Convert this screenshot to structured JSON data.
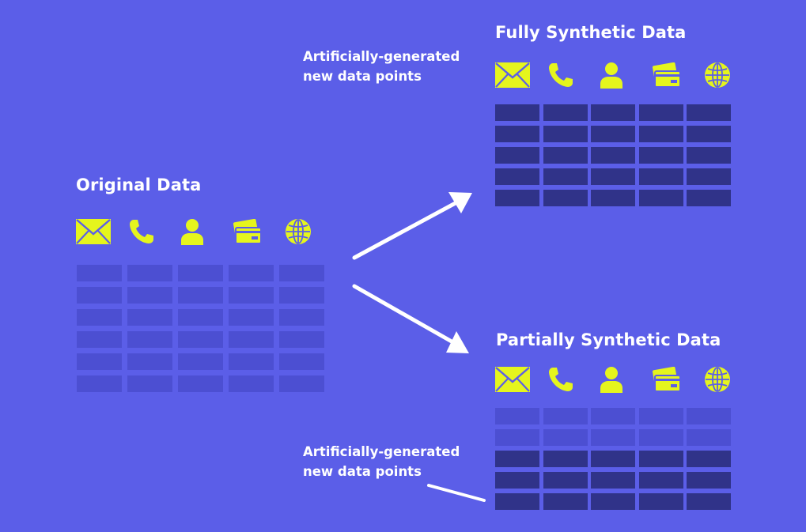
{
  "colors": {
    "background": "#5b5ee8",
    "icon": "#e5f51d",
    "original_cell": "#4c4fd2",
    "synthetic_cell": "#303389",
    "text": "#ffffff",
    "arrow": "#ffffff"
  },
  "original": {
    "title": "Original Data",
    "icons": [
      "envelope-icon",
      "phone-icon",
      "person-icon",
      "credit-card-icon",
      "globe-icon"
    ],
    "rows": [
      "original",
      "original",
      "original",
      "original",
      "original",
      "original"
    ]
  },
  "fully_synthetic": {
    "title": "Fully Synthetic Data",
    "note": [
      "Artificially-generated",
      "new data points"
    ],
    "icons": [
      "envelope-icon",
      "phone-icon",
      "person-icon",
      "credit-card-icon",
      "globe-icon"
    ],
    "rows": [
      "synthetic",
      "synthetic",
      "synthetic",
      "synthetic",
      "synthetic"
    ]
  },
  "partially_synthetic": {
    "title": "Partially Synthetic Data",
    "note": [
      "Artificially-generated",
      "new data points"
    ],
    "icons": [
      "envelope-icon",
      "phone-icon",
      "person-icon",
      "credit-card-icon",
      "globe-icon"
    ],
    "rows": [
      "original",
      "original",
      "synthetic",
      "synthetic",
      "synthetic"
    ]
  }
}
